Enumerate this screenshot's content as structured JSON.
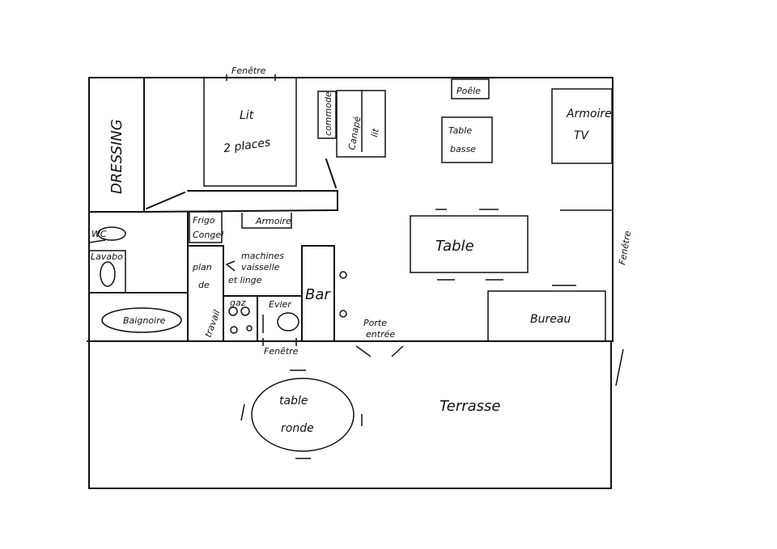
{
  "plan": {
    "window_top": "Fenêtre",
    "bed": [
      "Lit",
      "2 places"
    ],
    "dressing": "DRESSING",
    "dresser": "commode",
    "sofa_bed": [
      "Canapé",
      "lit"
    ],
    "stove": "Poêle",
    "coffee_table": [
      "Table",
      "basse"
    ],
    "tv_cabinet": [
      "Armoire",
      "TV"
    ],
    "fridge": [
      "Frigo",
      "Congel"
    ],
    "cabinet": "Armoire",
    "wc": "WC",
    "sink_bathroom": "Lavabo",
    "table": "Table",
    "window_right": "Fenêtre",
    "machines": [
      "machines",
      "vaisselle",
      "et linge"
    ],
    "worktop": [
      "plan",
      "de",
      "travail"
    ],
    "bar": "Bar",
    "gas": "gaz",
    "kitchen_sink": "Evier",
    "bathtub": "Baignoire",
    "desk": "Bureau",
    "window_bottom": "Fenêtre",
    "entrance": [
      "Porte",
      "entrée"
    ],
    "round_table": [
      "table",
      "ronde"
    ],
    "terrace": "Terrasse"
  }
}
